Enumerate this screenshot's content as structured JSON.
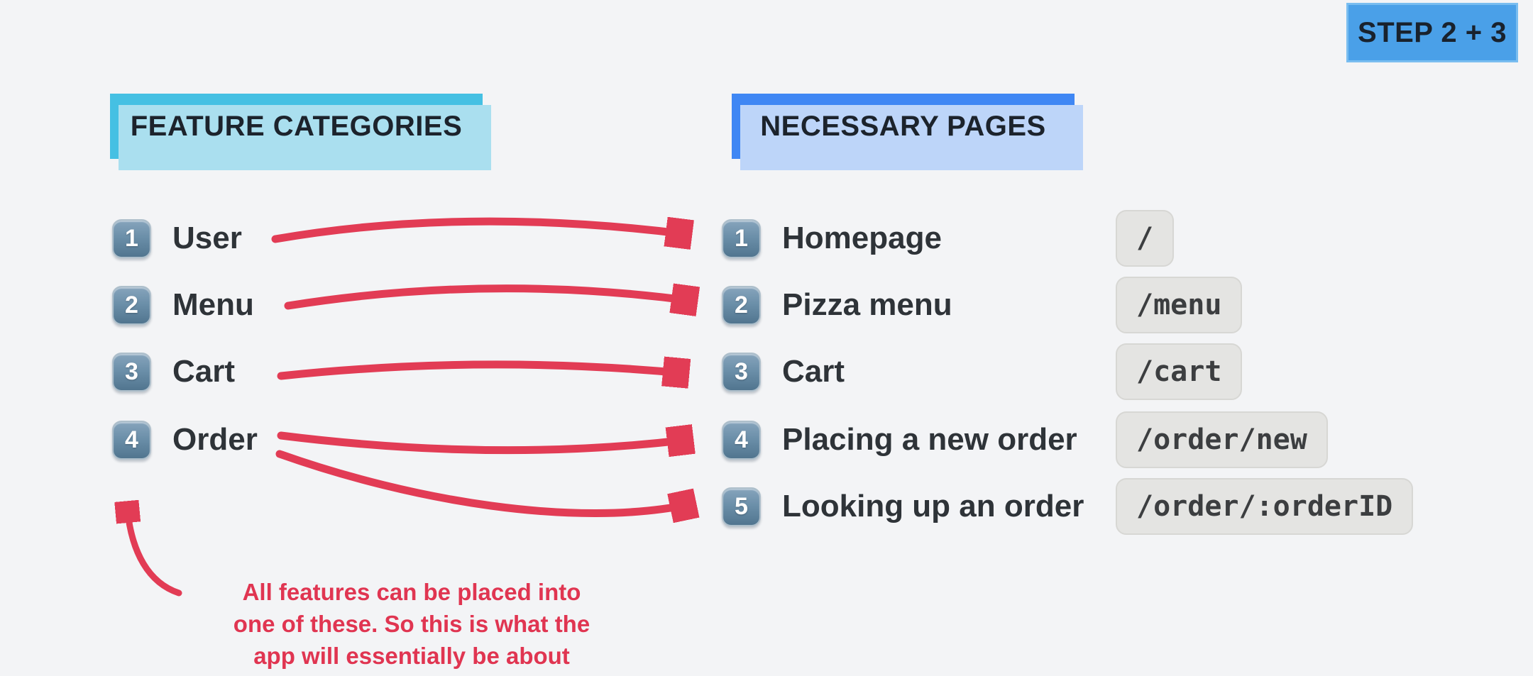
{
  "page": {
    "background_color": "#f3f4f6"
  },
  "step_badge": {
    "label": "STEP 2 + 3",
    "bg_color": "#4aa0e8"
  },
  "columns": {
    "left": {
      "header": {
        "label": "FEATURE CATEGORIES",
        "bg_color": "#45c0e3"
      },
      "items": [
        {
          "num": "1",
          "label": "User"
        },
        {
          "num": "2",
          "label": "Menu"
        },
        {
          "num": "3",
          "label": "Cart"
        },
        {
          "num": "4",
          "label": "Order"
        }
      ]
    },
    "right": {
      "header": {
        "label": "NECESSARY PAGES",
        "bg_color": "#3f87f4"
      },
      "items": [
        {
          "num": "1",
          "label": "Homepage",
          "path": "/"
        },
        {
          "num": "2",
          "label": "Pizza menu",
          "path": "/menu"
        },
        {
          "num": "3",
          "label": "Cart",
          "path": "/cart"
        },
        {
          "num": "4",
          "label": "Placing a new order",
          "path": "/order/new"
        },
        {
          "num": "5",
          "label": "Looking up an order",
          "path": "/order/:orderID"
        }
      ]
    }
  },
  "arrows": {
    "color": "#e23c55",
    "mappings": [
      "User -> Homepage",
      "Menu -> Pizza menu",
      "Cart -> Cart",
      "Order -> Placing a new order",
      "Order -> Looking up an order"
    ]
  },
  "annotation": {
    "color": "#e03551",
    "lines": [
      "All features can be placed into",
      "one of these. So this is what the",
      "app will essentially be about"
    ]
  }
}
